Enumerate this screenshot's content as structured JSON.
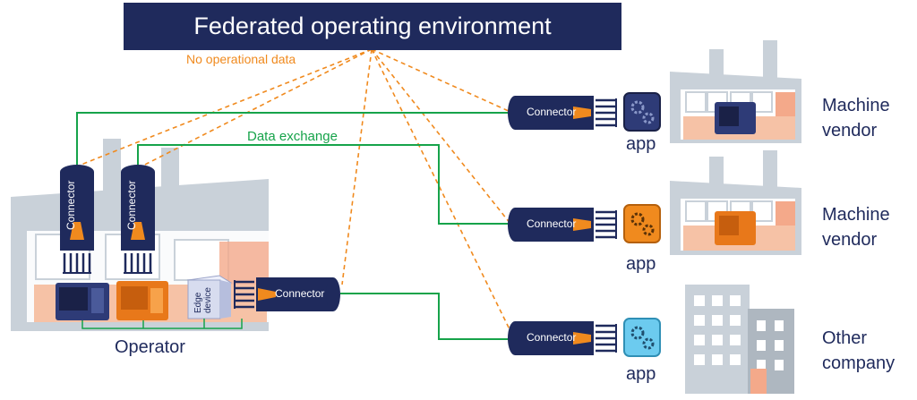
{
  "title": "Federated operating environment",
  "annotations": {
    "no_data": "No operational data",
    "data_exchange": "Data exchange"
  },
  "connector_label": "Connector",
  "edge_device_label": "Edge device",
  "app_label": "app",
  "parties": {
    "operator": "Operator",
    "vendor1": [
      "Machine",
      "vendor"
    ],
    "vendor2": [
      "Machine",
      "vendor"
    ],
    "other": [
      "Other",
      "company"
    ]
  },
  "colors": {
    "navy": "#1f2a5c",
    "orange": "#f08a1e",
    "green": "#16a34a",
    "factory_gray": "#c9d1d9",
    "inside": "#f4c6ad",
    "app_blue_gear": "#2e3b77",
    "app_orange_gear": "#f08a1e",
    "app_light_gear": "#6ccbef"
  }
}
